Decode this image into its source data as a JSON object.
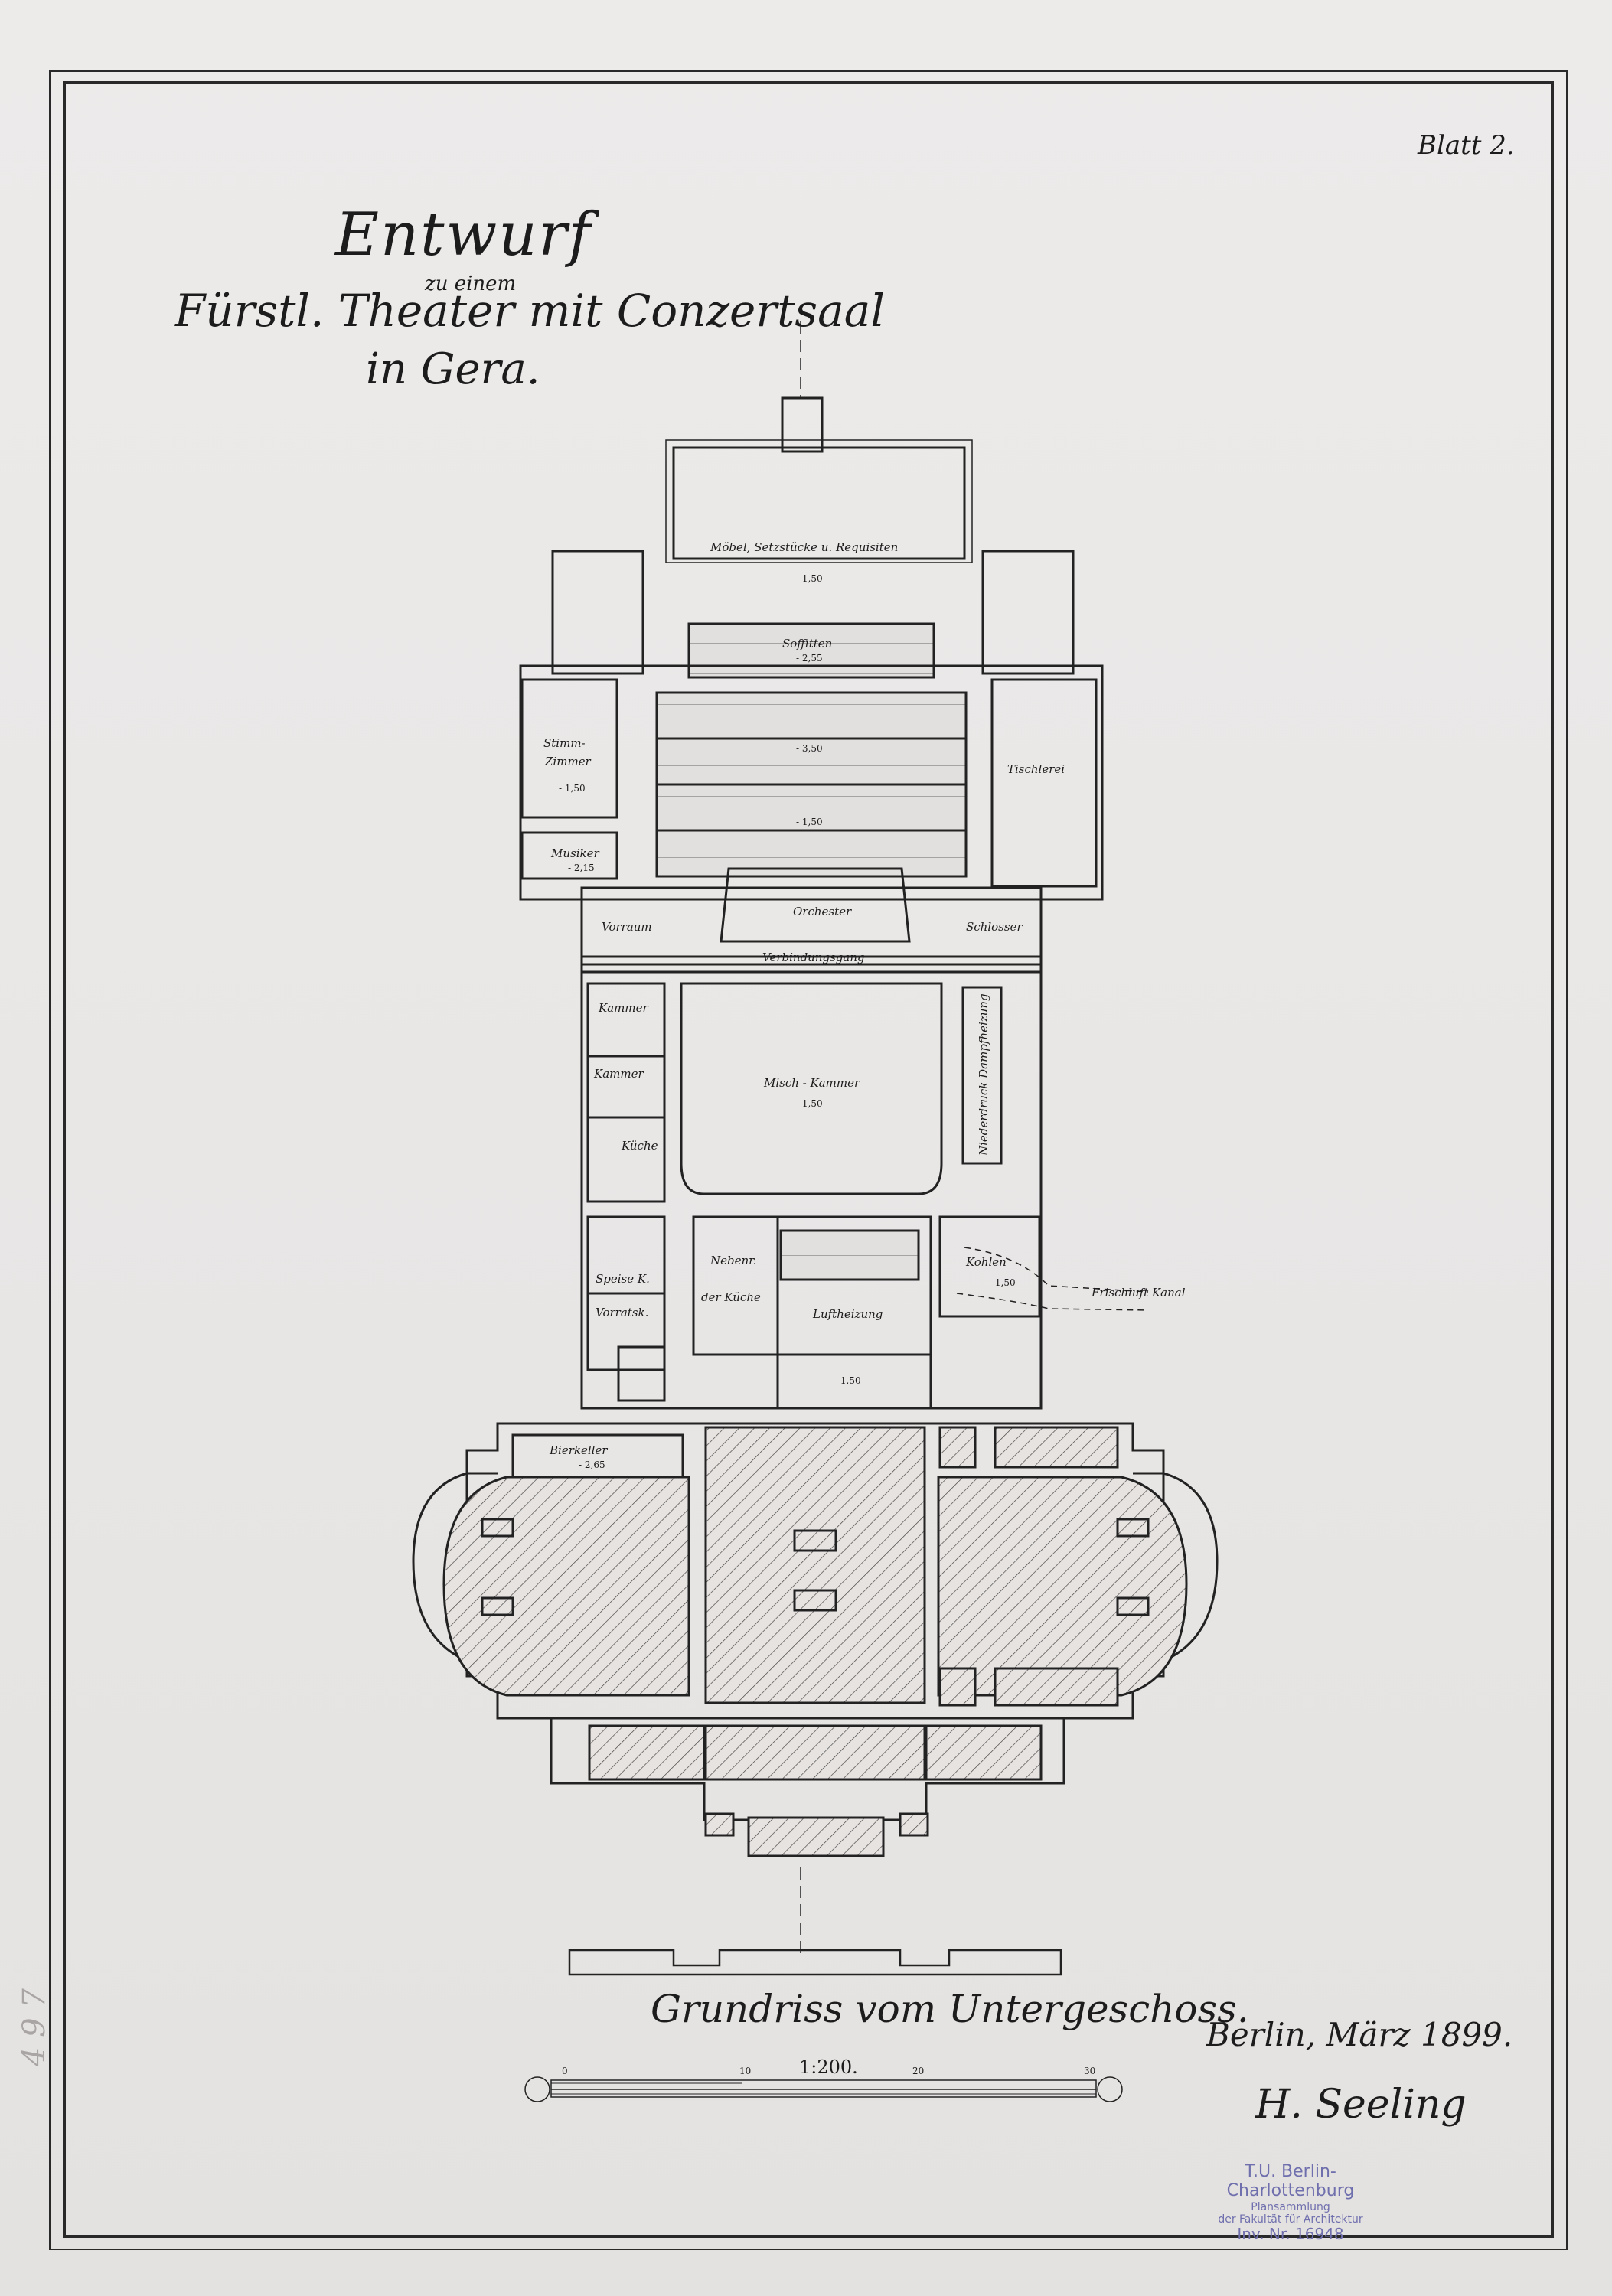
{
  "sheet_number": "Blatt 2.",
  "title": {
    "main": "Entwurf",
    "sub1": "zu einem",
    "line2": "Fürstl. Theater mit Conzertsaal",
    "line3": "in Gera."
  },
  "plan_title": "Grundriss vom Untergeschoss.",
  "scale": "1:200.",
  "scale_marks": [
    "0",
    "10",
    "20",
    "30"
  ],
  "place_date": "Berlin, März 1899.",
  "signature": "H. Seeling",
  "rooms": {
    "moebel": "Möbel, Setzstücke u. Requisiten",
    "soffitten": "Soffitten",
    "stimmzimmer_1": "Stimm-",
    "stimmzimmer_2": "Zimmer",
    "musiker": "Musiker",
    "tischlerei": "Tischlerei",
    "orchester": "Orchester",
    "vorraum": "Vorraum",
    "schlosser": "Schlosser",
    "verbindungsgang": "Verbindungsgang",
    "kammer_1": "Kammer",
    "kammer_2": "Kammer",
    "kueche": "Küche",
    "misch_kammer": "Misch - Kammer",
    "niederdruck": "Niederdruck Dampfheizung",
    "nebenr_1": "Nebenr.",
    "nebenr_2": "der Küche",
    "speisek": "Speise K.",
    "vorratsk": "Vorratsk.",
    "luftheizung": "Luftheizung",
    "kohlen": "Kohlen",
    "frischluft": "Frischluft Kanal",
    "bierkeller": "Bierkeller"
  },
  "levels": {
    "moebel": "- 1,50",
    "soffitten": "- 2,55",
    "buehne_1": "- 3,50",
    "buehne_2": "- 1,50",
    "stimmzimmer": "- 1,50",
    "musiker": "- 2,15",
    "misch_kammer": "- 1,50",
    "kohlen": "- 1,50",
    "luftheizung": "- 1,50",
    "bierkeller": "- 2,65"
  },
  "stamp": {
    "line1": "T.U. Berlin-Charlottenburg",
    "line2": "Plansammlung",
    "line3": "der Fakultät für Architektur",
    "line4": "Inv. Nr. 16948"
  },
  "pencil_note": "4 9 7",
  "colors": {
    "paper": "#e9e7e6",
    "ink": "#1d1c1c",
    "stamp": "#6f6fae"
  }
}
